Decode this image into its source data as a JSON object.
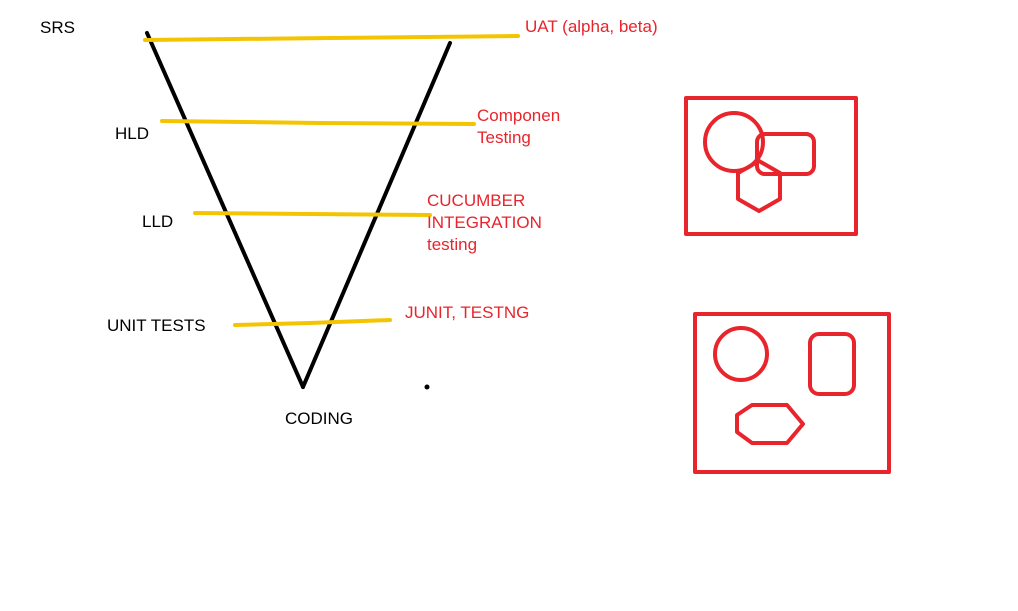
{
  "colors": {
    "background": "#ffffff",
    "v_stroke": "#000000",
    "level_line": "#f5c400",
    "red": "#e8242c"
  },
  "left_labels": {
    "srs": "SRS",
    "hld": "HLD",
    "lld": "LLD",
    "unit_tests": "UNIT TESTS",
    "coding": "CODING"
  },
  "right_labels": {
    "uat": "UAT (alpha, beta)",
    "component_line1": "Componen",
    "component_line2": "Testing",
    "integration_line1": "CUCUMBER",
    "integration_line2": "INTEGRATION",
    "integration_line3": "testing",
    "unit": "JUNIT, TESTNG"
  },
  "illustrations": {
    "overlapping_shapes": [
      "circle",
      "rounded-rectangle",
      "hexagon"
    ],
    "separated_shapes": [
      "circle",
      "rounded-rectangle",
      "hexagon"
    ]
  }
}
